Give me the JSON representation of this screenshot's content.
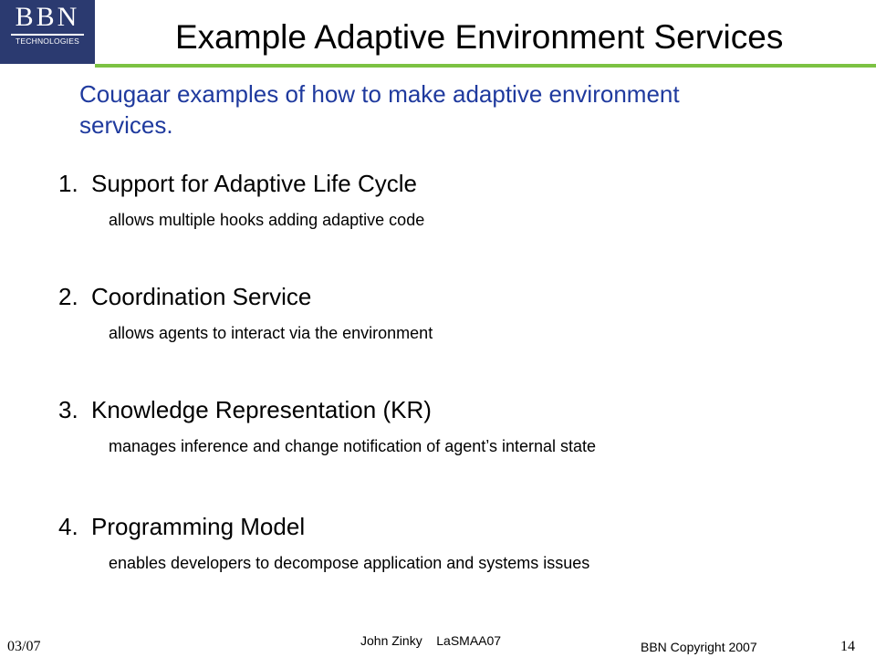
{
  "logo": {
    "mark": "BBN",
    "sub": "TECHNOLOGIES",
    "colors": {
      "background": "#2b3a70",
      "text": "#ffffff"
    }
  },
  "slide": {
    "title": "Example Adaptive Environment Services",
    "subtitle": "Cougaar examples of how to make adaptive environment services.",
    "accent_color": "#7cc243",
    "subtitle_color": "#1f3a9e"
  },
  "items": [
    {
      "number": "1.",
      "heading": "Support for Adaptive Life Cycle",
      "description": "allows multiple hooks adding adaptive code"
    },
    {
      "number": "2.",
      "heading": "Coordination Service",
      "description": "allows agents to interact via the environment"
    },
    {
      "number": "3.",
      "heading": "Knowledge Representation (KR)",
      "description": "manages inference and change notification of agent’s internal state"
    },
    {
      "number": "4.",
      "heading": "Programming Model",
      "description": "enables developers to decompose application and systems issues"
    }
  ],
  "footer": {
    "date": "03/07",
    "author": "John Zinky    LaSMAA07",
    "copyright": "BBN Copyright 2007",
    "page": "14"
  }
}
